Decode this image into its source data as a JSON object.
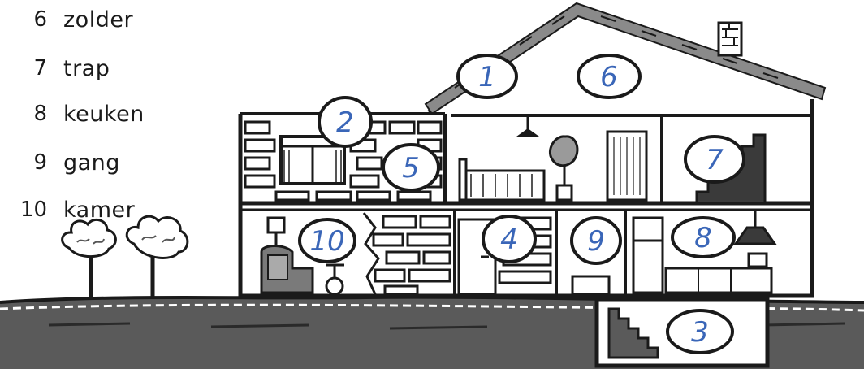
{
  "legend": [
    {
      "number": "6",
      "word": "zolder"
    },
    {
      "number": "7",
      "word": "trap"
    },
    {
      "number": "8",
      "word": "keuken"
    },
    {
      "number": "9",
      "word": "gang"
    },
    {
      "number": "10",
      "word": "kamer"
    }
  ],
  "callouts": {
    "c1": "1",
    "c2": "2",
    "c3": "3",
    "c4": "4",
    "c5": "5",
    "c6": "6",
    "c7": "7",
    "c8": "8",
    "c9": "9",
    "c10": "10"
  },
  "colors": {
    "ink": "#1a1a1a",
    "number_blue": "#3a66b8",
    "ground": "#555555",
    "shade": "#9a9a9a"
  }
}
